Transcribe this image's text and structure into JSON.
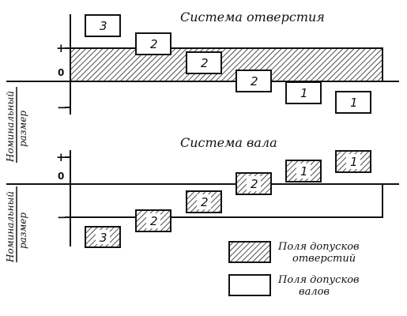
{
  "hole_system": {
    "title": "Система отверстия",
    "plus_sign": "+",
    "zero_label": "0",
    "minus_sign": "−",
    "nominal_label_line1": "Номинальный",
    "nominal_label_line2": "размер",
    "shafts": [
      {
        "id": "shaft-3",
        "label": "3"
      },
      {
        "id": "shaft-2a",
        "label": "2"
      },
      {
        "id": "shaft-2b",
        "label": "2"
      },
      {
        "id": "shaft-2c",
        "label": "2"
      },
      {
        "id": "shaft-1a",
        "label": "1"
      },
      {
        "id": "shaft-1b",
        "label": "1"
      }
    ]
  },
  "shaft_system": {
    "title": "Система вала",
    "plus_sign": "+",
    "zero_label": "0",
    "minus_sign": "−",
    "nominal_label_line1": "Номинальный",
    "nominal_label_line2": "размер",
    "holes": [
      {
        "id": "hole-3",
        "label": "3"
      },
      {
        "id": "hole-2a",
        "label": "2"
      },
      {
        "id": "hole-2b",
        "label": "2"
      },
      {
        "id": "hole-2c",
        "label": "2"
      },
      {
        "id": "hole-1a",
        "label": "1"
      },
      {
        "id": "hole-1b",
        "label": "1"
      }
    ]
  },
  "legend": {
    "hatched_line1": "Поля допусков",
    "hatched_line2": "отверстий",
    "plain_line1": "Поля допусков",
    "plain_line2": "валов"
  }
}
